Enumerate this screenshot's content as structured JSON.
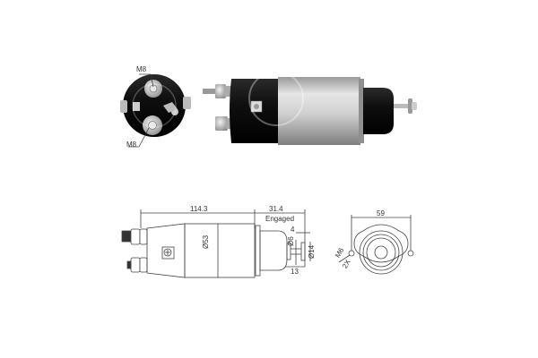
{
  "photo_front": {
    "top_terminal_label": "M8",
    "bottom_terminal_label": "M8"
  },
  "drawing_side": {
    "length_label": "114.3",
    "stroke_label": "31.4",
    "stroke_note": "Engaged",
    "diameter_label": "Ø53",
    "plunger_gap_label": "4",
    "plunger_shaft_label": "Ø6",
    "plunger_head_label": "Ø14",
    "plunger_length_label": "13"
  },
  "drawing_end": {
    "width_label": "59",
    "mount_thread_label": "M6",
    "mount_count_label": "2X"
  },
  "colors": {
    "body_silver": "#c8c8c8",
    "cap_black": "#1a1a1a",
    "line": "#444444"
  }
}
